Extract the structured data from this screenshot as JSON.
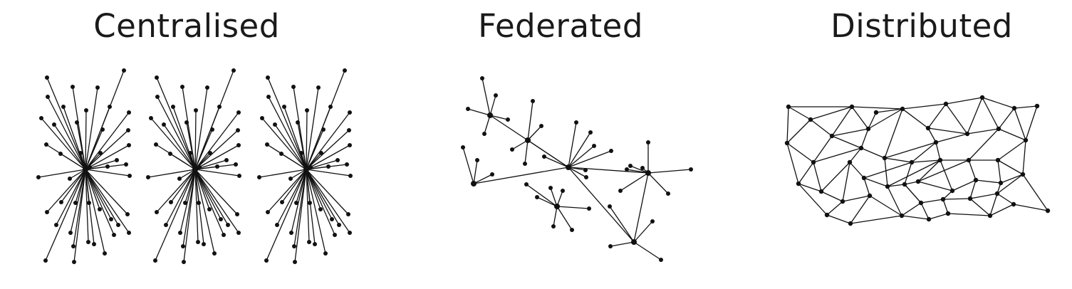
{
  "titles": {
    "centralised": "Centralised",
    "federated": "Federated",
    "distributed": "Distributed"
  },
  "colors": {
    "ink": "#111111",
    "text": "#1a1a1a",
    "background": "#ffffff"
  }
}
